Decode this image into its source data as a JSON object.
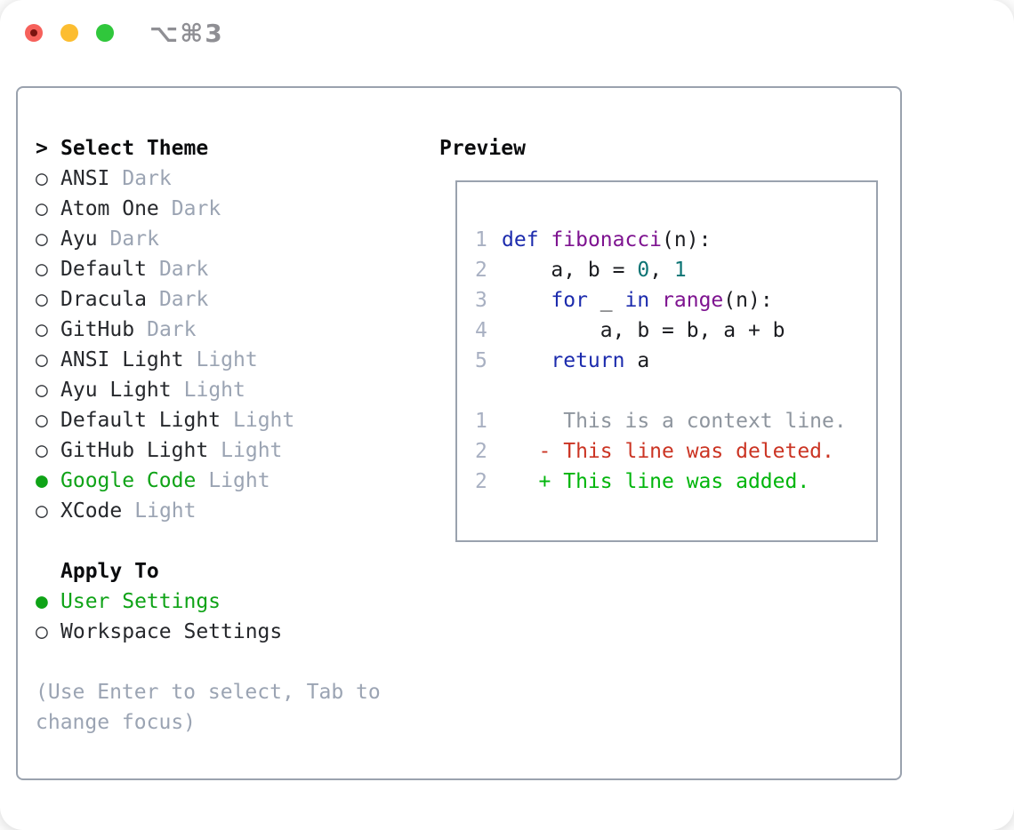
{
  "window": {
    "title": "⌥⌘3",
    "traffic_lights": [
      "close",
      "minimize",
      "zoom"
    ]
  },
  "colors": {
    "accent-green": "#0fa317",
    "diff-added": "#00b50b",
    "diff-deleted": "#cb3423",
    "diff-context": "#8e959e",
    "code-keyword": "#1c2bad",
    "code-function": "#7e1390",
    "code-literal": "#0d7474",
    "code-plain": "#1b1c20",
    "line-number": "#a8b0c2",
    "muted-text": "#9ba4b3",
    "primary-text": "#26282c",
    "border": "#9aa2ae",
    "traffic-red": "#f6615b",
    "traffic-yellow": "#fcbd30",
    "traffic-green": "#30c73c",
    "title-gray": "#8f8f94"
  },
  "theme_panel": {
    "header_prefix": ">",
    "header": "Select Theme",
    "radio_selected_glyph": "●",
    "radio_unselected_glyph": "○",
    "themes": [
      {
        "name": "ANSI",
        "variant": "Dark",
        "selected": false
      },
      {
        "name": "Atom One",
        "variant": "Dark",
        "selected": false
      },
      {
        "name": "Ayu",
        "variant": "Dark",
        "selected": false
      },
      {
        "name": "Default",
        "variant": "Dark",
        "selected": false
      },
      {
        "name": "Dracula",
        "variant": "Dark",
        "selected": false
      },
      {
        "name": "GitHub",
        "variant": "Dark",
        "selected": false
      },
      {
        "name": "ANSI Light",
        "variant": "Light",
        "selected": false
      },
      {
        "name": "Ayu Light",
        "variant": "Light",
        "selected": false
      },
      {
        "name": "Default Light",
        "variant": "Light",
        "selected": false
      },
      {
        "name": "GitHub Light",
        "variant": "Light",
        "selected": false
      },
      {
        "name": "Google Code",
        "variant": "Light",
        "selected": true
      },
      {
        "name": "XCode",
        "variant": "Light",
        "selected": false
      }
    ],
    "apply_to": {
      "header": "Apply To",
      "options": [
        {
          "label": "User Settings",
          "selected": true
        },
        {
          "label": "Workspace Settings",
          "selected": false
        }
      ]
    },
    "hint": "(Use Enter to select, Tab to change focus)"
  },
  "preview": {
    "header": "Preview",
    "code_lines": [
      {
        "number": "1",
        "tokens": [
          {
            "text": "def",
            "type": "keyword"
          },
          {
            "text": " ",
            "type": "plain"
          },
          {
            "text": "fibonacci",
            "type": "function"
          },
          {
            "text": "(n):",
            "type": "plain"
          }
        ]
      },
      {
        "number": "2",
        "tokens": [
          {
            "text": "    a, b = ",
            "type": "plain"
          },
          {
            "text": "0",
            "type": "literal"
          },
          {
            "text": ", ",
            "type": "plain"
          },
          {
            "text": "1",
            "type": "literal"
          }
        ]
      },
      {
        "number": "3",
        "tokens": [
          {
            "text": "    ",
            "type": "plain"
          },
          {
            "text": "for",
            "type": "keyword"
          },
          {
            "text": " _ ",
            "type": "plain"
          },
          {
            "text": "in",
            "type": "keyword"
          },
          {
            "text": " ",
            "type": "plain"
          },
          {
            "text": "range",
            "type": "function"
          },
          {
            "text": "(n):",
            "type": "plain"
          }
        ]
      },
      {
        "number": "4",
        "tokens": [
          {
            "text": "        a, b = b, a + b",
            "type": "plain"
          }
        ]
      },
      {
        "number": "5",
        "tokens": [
          {
            "text": "    ",
            "type": "plain"
          },
          {
            "text": "return",
            "type": "keyword"
          },
          {
            "text": " a",
            "type": "plain"
          }
        ]
      }
    ],
    "diff_lines": [
      {
        "number": "1",
        "text": "     This is a context line.",
        "kind": "context"
      },
      {
        "number": "2",
        "text": "   - This line was deleted.",
        "kind": "deleted"
      },
      {
        "number": "2",
        "text": "   + This line was added.",
        "kind": "added"
      }
    ]
  }
}
